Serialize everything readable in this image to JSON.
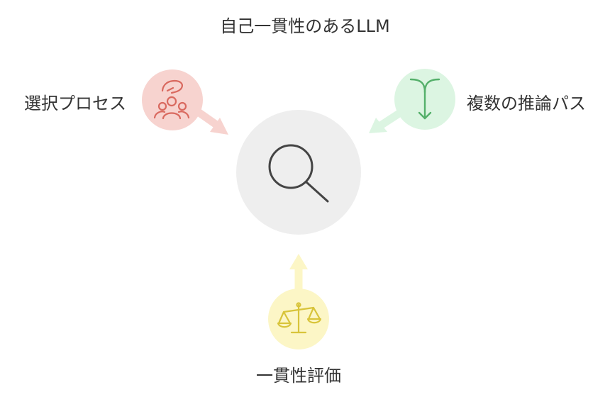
{
  "diagram": {
    "title": "自己一貫性のあるLLM",
    "nodes": {
      "center": {
        "icon": "magnifier-icon",
        "color": "#eeeeee"
      },
      "selection": {
        "label": "選択プロセス",
        "icon": "people-hand-icon",
        "color": "#f7d3cf",
        "icon_color": "#d9695f"
      },
      "reasoning": {
        "label": "複数の推論パス",
        "icon": "merge-arrows-icon",
        "color": "#dcf5e2",
        "icon_color": "#55b06b"
      },
      "evaluation": {
        "label": "一貫性評価",
        "icon": "balance-scale-icon",
        "color": "#fcf6c6",
        "icon_color": "#d8c43a"
      }
    }
  }
}
